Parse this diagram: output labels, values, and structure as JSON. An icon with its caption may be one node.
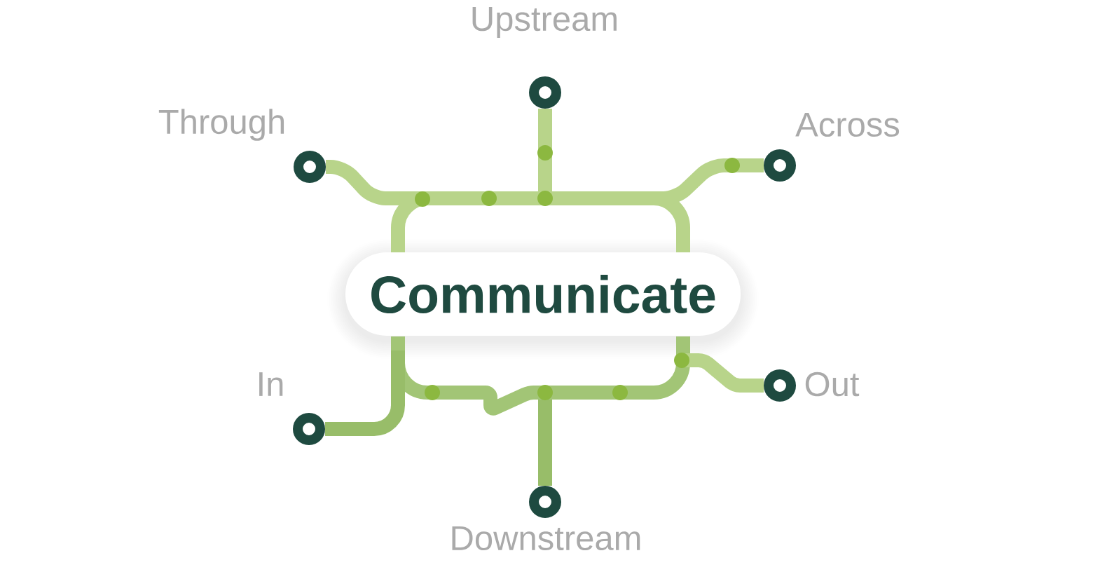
{
  "diagram": {
    "nodes": [
      {
        "text": [],
        "shape": "bubble"
      },
      {
        "text": [
          "Communicate"
        ]
      },
      {
        "text": [],
        "shape": "circle",
        "beside": [
          "Upstream"
        ]
      },
      {
        "text": [],
        "shape": "circle",
        "beside": [
          "Through"
        ]
      },
      {
        "text": [],
        "shape": "circle",
        "beside": [
          "Across"
        ]
      },
      {
        "text": [],
        "shape": "circle",
        "beside": [
          "In"
        ]
      },
      {
        "text": [],
        "shape": "circle",
        "beside": [
          "Out"
        ]
      },
      {
        "text": [],
        "shape": "circle",
        "beside": [
          "Downstream"
        ]
      }
    ],
    "edges": [
      {
        "from": 2,
        "to": 0,
        "arrow": "none"
      },
      {
        "from": 3,
        "to": 0,
        "arrow": "none"
      },
      {
        "from": 0,
        "to": 4,
        "arrow": "none"
      },
      {
        "from": 5,
        "to": 0,
        "arrow": "none",
        "color": "#98bd69"
      },
      {
        "from": 0,
        "to": 6,
        "arrow": "none"
      },
      {
        "from": 0,
        "to": 7,
        "arrow": "none",
        "color": "#98bd69"
      }
    ]
  }
}
